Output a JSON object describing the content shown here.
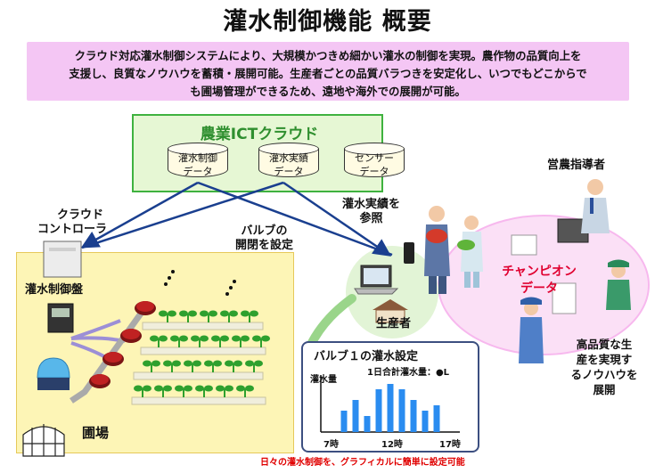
{
  "title": "灌水制御機能 概要",
  "banner": {
    "line1": "クラウド対応灌水制御システムにより、大規模かつきめ細かい灌水の制御を実現。農作物の品質向上を",
    "line2": "支援し、良質なノウハウを蓄積・展開可能。生産者ごとの品質バラつきを安定化し、いつでもどこからで",
    "line3": "も圃場管理ができるため、遠地や海外での展開が可能。"
  },
  "cloud": {
    "title": "農業ICTクラウド",
    "db": [
      {
        "line1": "灌水制御",
        "line2": "データ"
      },
      {
        "line1": "灌水実績",
        "line2": "データ"
      },
      {
        "line1": "センサー",
        "line2": "データ"
      }
    ]
  },
  "labels": {
    "cloud_controller_1": "クラウド",
    "cloud_controller_2": "コントローラ",
    "valve_1": "バルブの",
    "valve_2": "開閉を設定",
    "result_1": "灌水実績を",
    "result_2": "参照",
    "panel": "灌水制御盤",
    "field": "圃場",
    "producer": "生産者",
    "advisor": "営農指導者",
    "champion_1": "チャンピオン",
    "champion_2": "データ",
    "knowhow_1": "高品質な生",
    "knowhow_2": "産を実現す",
    "knowhow_3": "るノウハウを",
    "knowhow_4": "展開"
  },
  "graph": {
    "title": "バルブ１の灌水設定",
    "total": "1日合計灌水量：●L",
    "ylabel": "灌水量",
    "caption": "日々の灌水制御を、グラフィカルに簡単に設定可能"
  },
  "chart_data": {
    "type": "bar",
    "title": "バルブ１の灌水設定",
    "ylabel": "灌水量",
    "xlabel": "",
    "x_ticks": [
      "7時",
      "12時",
      "17時"
    ],
    "x": [
      8,
      9,
      10,
      11,
      12,
      13,
      14,
      15,
      16
    ],
    "values": [
      4,
      6,
      3,
      8,
      9,
      8,
      6,
      4,
      5
    ],
    "ylim": [
      0,
      10
    ],
    "bar_color": "#2a8cf0"
  },
  "colors": {
    "banner_bg": "#f4c6f4",
    "cloud_border": "#3fb23f",
    "cloud_title": "#2f8f2f",
    "arrow": "#1a3f8f",
    "champion_text": "#e00030",
    "caption_text": "#e00000"
  },
  "icons": [
    "database-icon",
    "controller-box-icon",
    "control-panel-icon",
    "tank-icon",
    "valve-icon",
    "seedling-icon",
    "greenhouse-icon",
    "laptop-icon",
    "smartphone-icon",
    "farmer-icon",
    "advisor-icon",
    "worker-icon",
    "house-icon"
  ]
}
